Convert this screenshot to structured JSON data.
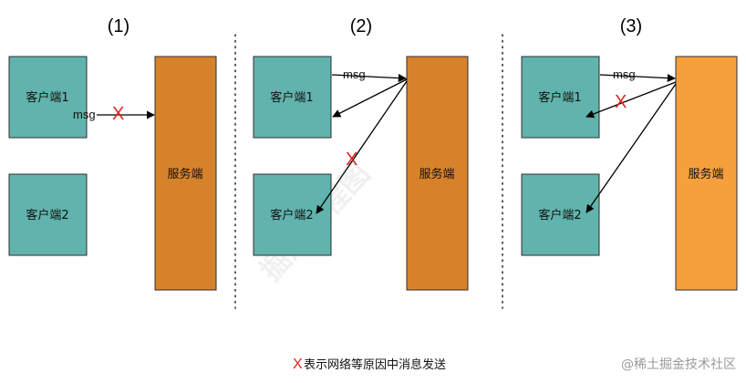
{
  "panels": [
    {
      "title": "(1)",
      "client1": "客户端1",
      "client2": "客户端2",
      "server": "服务端",
      "msg": "msg",
      "x_mark": "X"
    },
    {
      "title": "(2)",
      "client1": "客户端1",
      "client2": "客户端2",
      "server": "服务端",
      "msg": "msg",
      "x_mark": "X"
    },
    {
      "title": "(3)",
      "client1": "客户端1",
      "client2": "客户端2",
      "server": "服务端",
      "msg": "msg",
      "x_mark": "X"
    }
  ],
  "legend": {
    "x_mark": "X",
    "text": "表示网络等原因中消息发送"
  },
  "watermark": "掘进流程图",
  "credit": "@稀土掘金技术社区",
  "colors": {
    "client_fill": "#61b3ad",
    "server_fill_dark": "#d6822a",
    "server_fill_light": "#f5a03c",
    "x_mark": "#e02424",
    "divider": "#333333"
  }
}
